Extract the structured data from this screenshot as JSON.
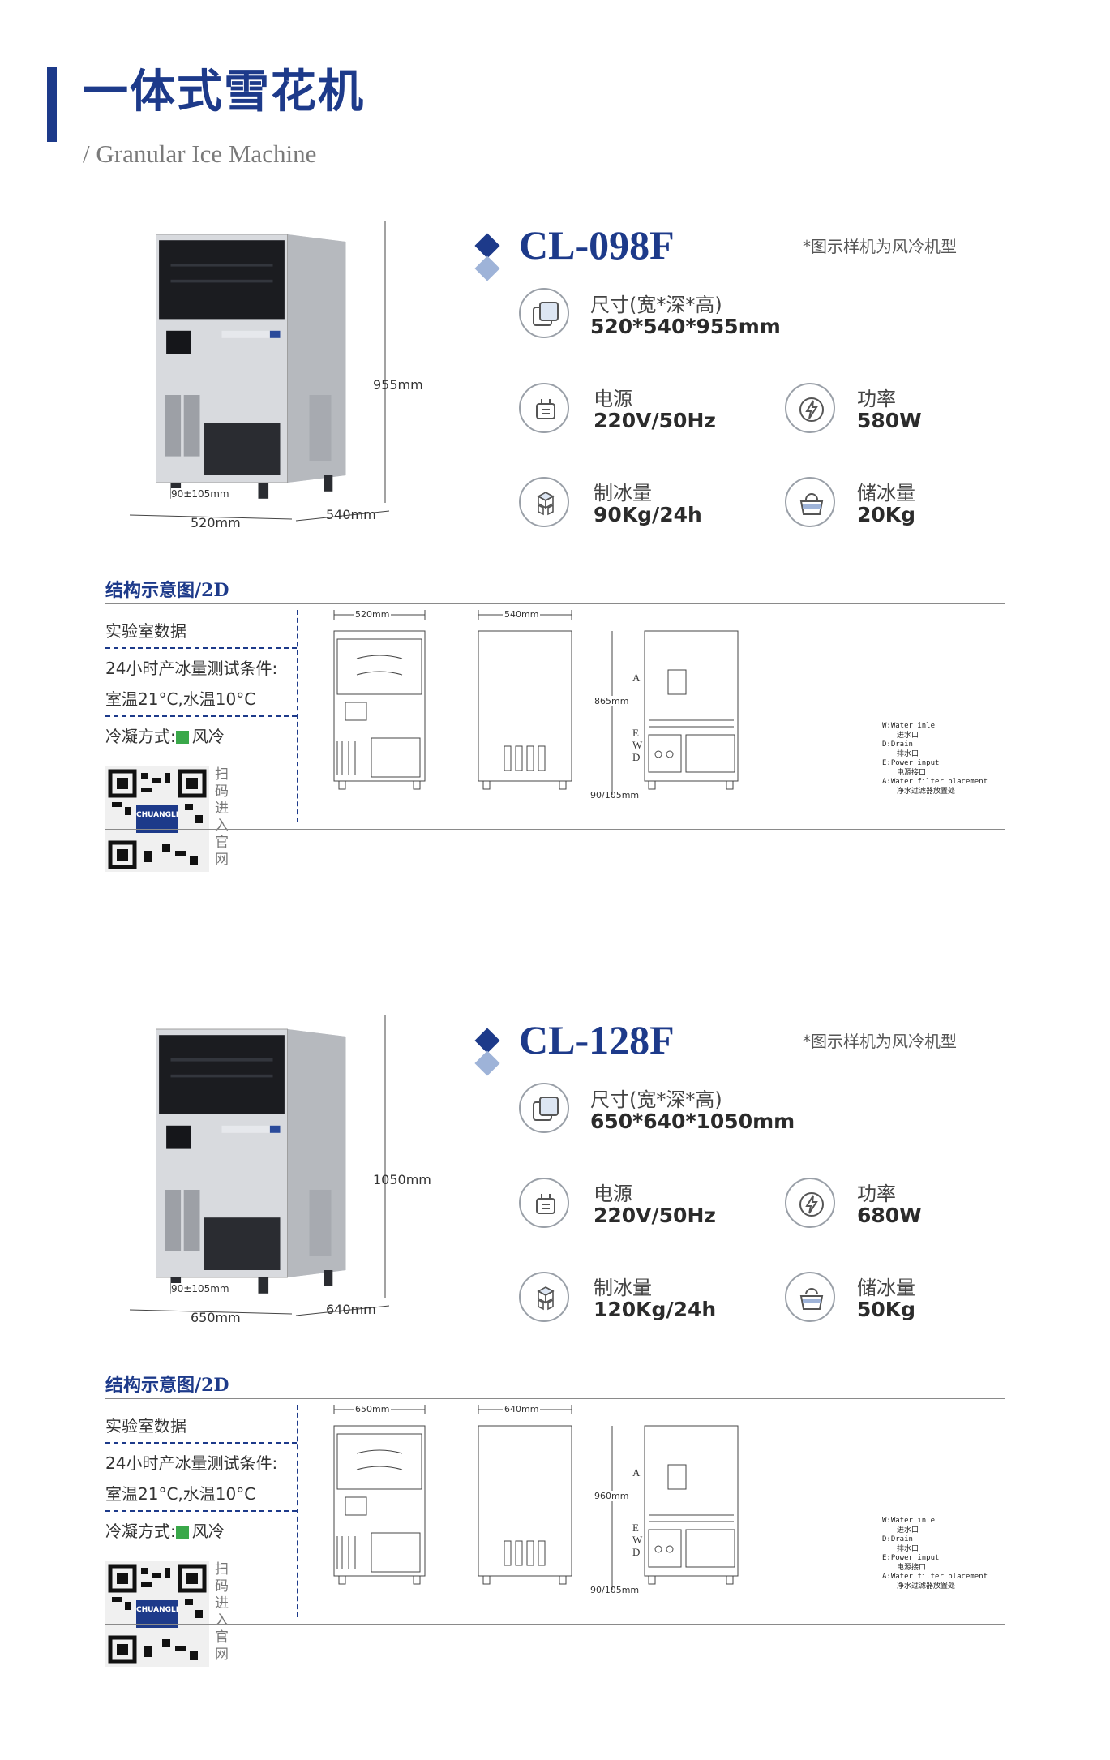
{
  "header": {
    "title_cn": "一体式雪花机",
    "title_en": "/ Granular Ice Machine"
  },
  "models": [
    {
      "name": "CL-098F",
      "note": "*图示样机为风冷机型",
      "dims": {
        "width": "520mm",
        "depth": "540mm",
        "height": "955mm",
        "leg": "90±105mm"
      },
      "specs": {
        "size_label": "尺寸(宽*深*高)",
        "size_value": "520*540*955mm",
        "power_label": "电源",
        "power_value": "220V/50Hz",
        "watt_label": "功率",
        "watt_value": "580W",
        "ice_label": "制冰量",
        "ice_value": "90Kg/24h",
        "storage_label": "储冰量",
        "storage_value": "20Kg"
      },
      "section_title": "结构示意图/2D",
      "lab": {
        "title": "实验室数据",
        "line1": "24小时产冰量测试条件:",
        "line2": "室温21°C,水温10°C",
        "cond": "冷凝方式:",
        "cond_value": "风冷"
      },
      "scan": "扫码进入官网",
      "drawing": {
        "front_w": "520mm",
        "side_d": "540mm",
        "back_h": "865mm",
        "leg_h": "90/105mm"
      }
    },
    {
      "name": "CL-128F",
      "note": "*图示样机为风冷机型",
      "dims": {
        "width": "650mm",
        "depth": "640mm",
        "height": "1050mm",
        "leg": "90±105mm"
      },
      "specs": {
        "size_label": "尺寸(宽*深*高)",
        "size_value": "650*640*1050mm",
        "power_label": "电源",
        "power_value": "220V/50Hz",
        "watt_label": "功率",
        "watt_value": "680W",
        "ice_label": "制冰量",
        "ice_value": "120Kg/24h",
        "storage_label": "储冰量",
        "storage_value": "50Kg"
      },
      "section_title": "结构示意图/2D",
      "lab": {
        "title": "实验室数据",
        "line1": "24小时产冰量测试条件:",
        "line2": "室温21°C,水温10°C",
        "cond": "冷凝方式:",
        "cond_value": "风冷"
      },
      "scan": "扫码进入官网",
      "drawing": {
        "front_w": "650mm",
        "side_d": "640mm",
        "back_h": "960mm",
        "leg_h": "90/105mm"
      }
    }
  ],
  "legend": {
    "w": "W:Water inle",
    "w_cn": "进水口",
    "d": "D:Drain",
    "d_cn": "排水口",
    "e": "E:Power input",
    "e_cn": "电源接口",
    "a": "A:Water filter placement",
    "a_cn": "净水过滤器放置处",
    "letters": [
      "A",
      "E",
      "W",
      "D"
    ]
  },
  "qr_brand": "CHUANGLI",
  "colors": {
    "brand": "#1d3a8a",
    "accent": "#9eb3d8",
    "green": "#3aa84a"
  }
}
